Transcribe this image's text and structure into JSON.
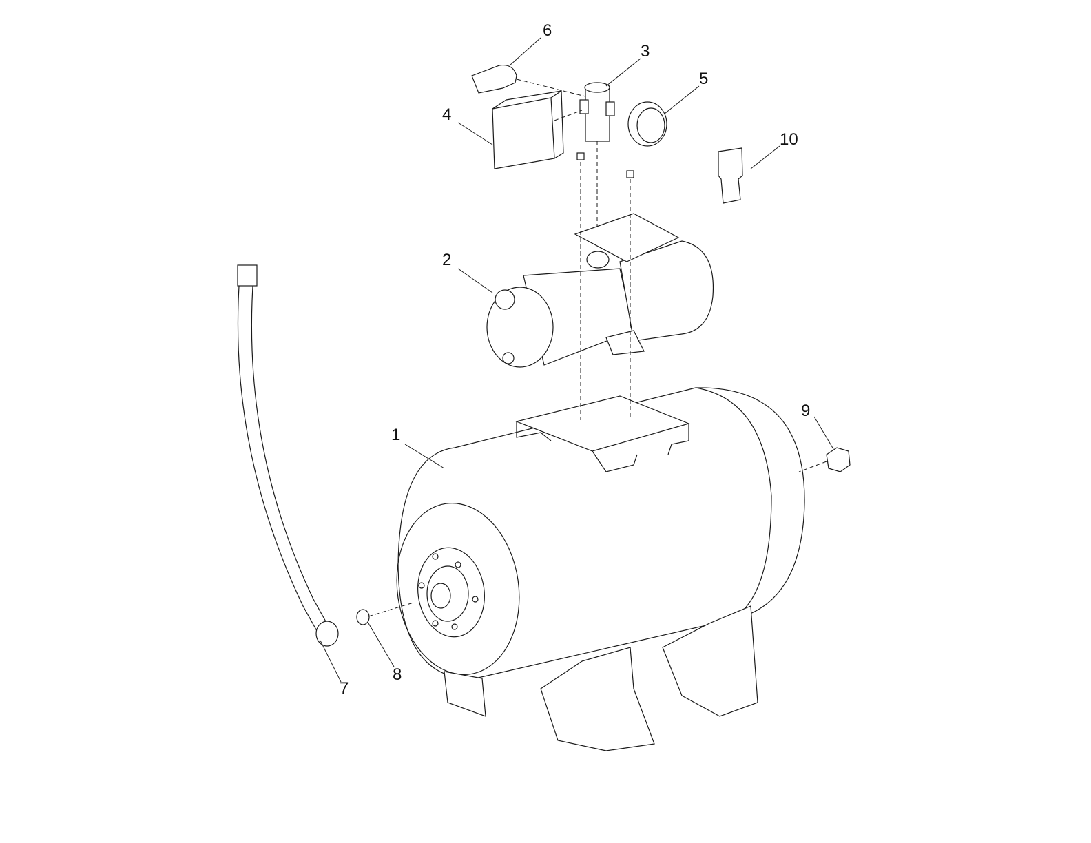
{
  "diagram": {
    "type": "exploded-parts-view",
    "parts": [
      {
        "number": "1"
      },
      {
        "number": "2"
      },
      {
        "number": "3"
      },
      {
        "number": "4"
      },
      {
        "number": "5"
      },
      {
        "number": "6"
      },
      {
        "number": "7"
      },
      {
        "number": "8"
      },
      {
        "number": "9"
      },
      {
        "number": "10"
      }
    ]
  }
}
